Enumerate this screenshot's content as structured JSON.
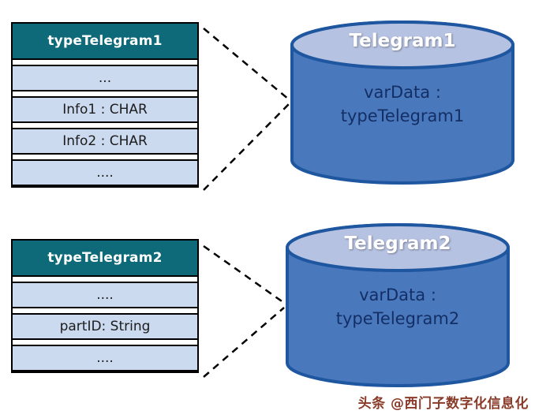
{
  "tables": [
    {
      "header": "typeTelegram1",
      "rows": [
        "...",
        "Info1 : CHAR",
        "Info2 : CHAR",
        "...."
      ]
    },
    {
      "header": "typeTelegram2",
      "rows": [
        "....",
        "partID: String",
        "...."
      ]
    }
  ],
  "cylinders": [
    {
      "title": "Telegram1",
      "line1": "varData :",
      "line2": "typeTelegram1"
    },
    {
      "title": "Telegram2",
      "line1": "varData :",
      "line2": "typeTelegram2"
    }
  ],
  "watermark": {
    "text": "头条 @西门子数字化信息化"
  },
  "colors": {
    "table_header_bg": "#0e6a78",
    "table_row_bg": "#ccdaef",
    "cylinder_body": "#4a78bc",
    "cylinder_top": "#b6c2e2",
    "cylinder_border": "#1e56a0",
    "connector_line": "#000000",
    "watermark_color": "#8a3a28"
  }
}
